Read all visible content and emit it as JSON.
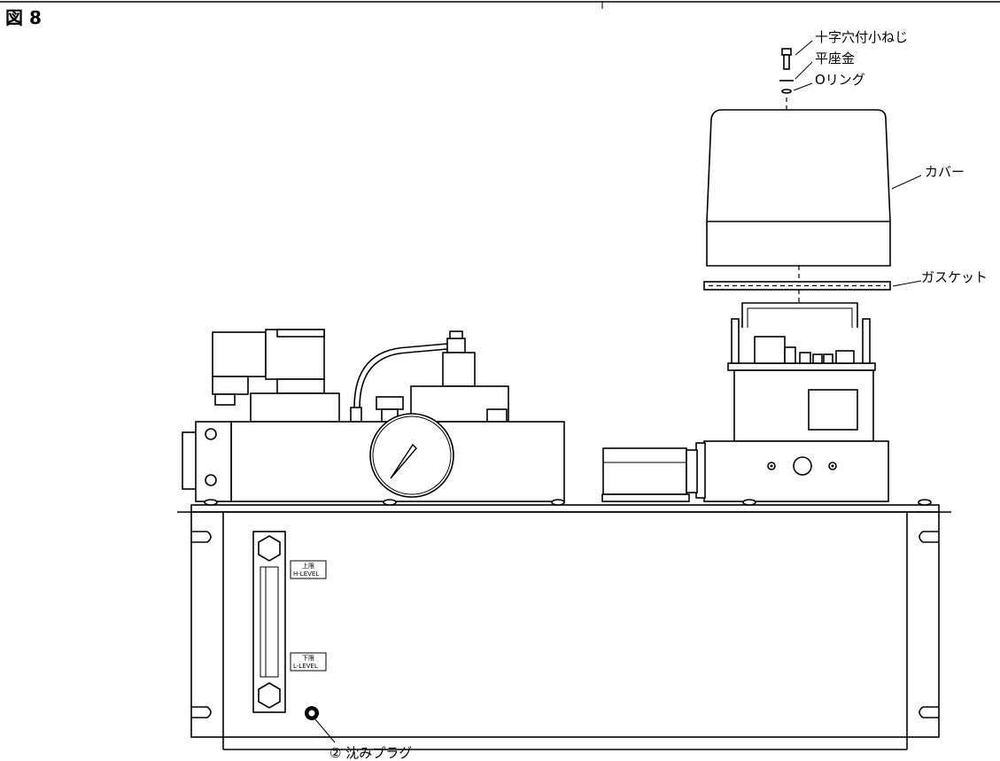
{
  "figure": {
    "number": "図 8"
  },
  "labels": {
    "screw": "十字穴付小ねじ",
    "washer": "平座金",
    "oring": "Oリング",
    "cover": "カバー",
    "gasket": "ガスケット",
    "drain_plug": "② 沈みプラグ"
  },
  "level_gauge": {
    "upper_jp": "上限",
    "upper_en": "H-LEVEL",
    "lower_jp": "下限",
    "lower_en": "L-LEVEL"
  },
  "colors": {
    "line": "#000000",
    "background": "#ffffff"
  }
}
